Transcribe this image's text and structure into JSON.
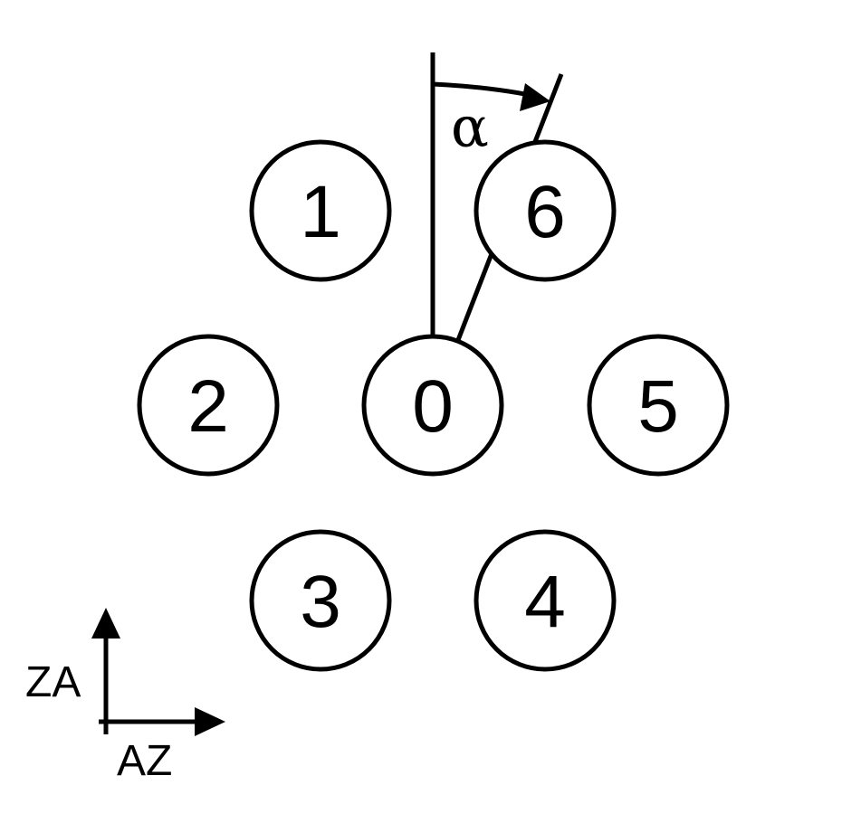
{
  "circles": [
    {
      "label": "0"
    },
    {
      "label": "1"
    },
    {
      "label": "2"
    },
    {
      "label": "3"
    },
    {
      "label": "4"
    },
    {
      "label": "5"
    },
    {
      "label": "6"
    }
  ],
  "angle_label": "α",
  "axes": {
    "vertical_label": "ZA",
    "horizontal_label": "AZ"
  }
}
